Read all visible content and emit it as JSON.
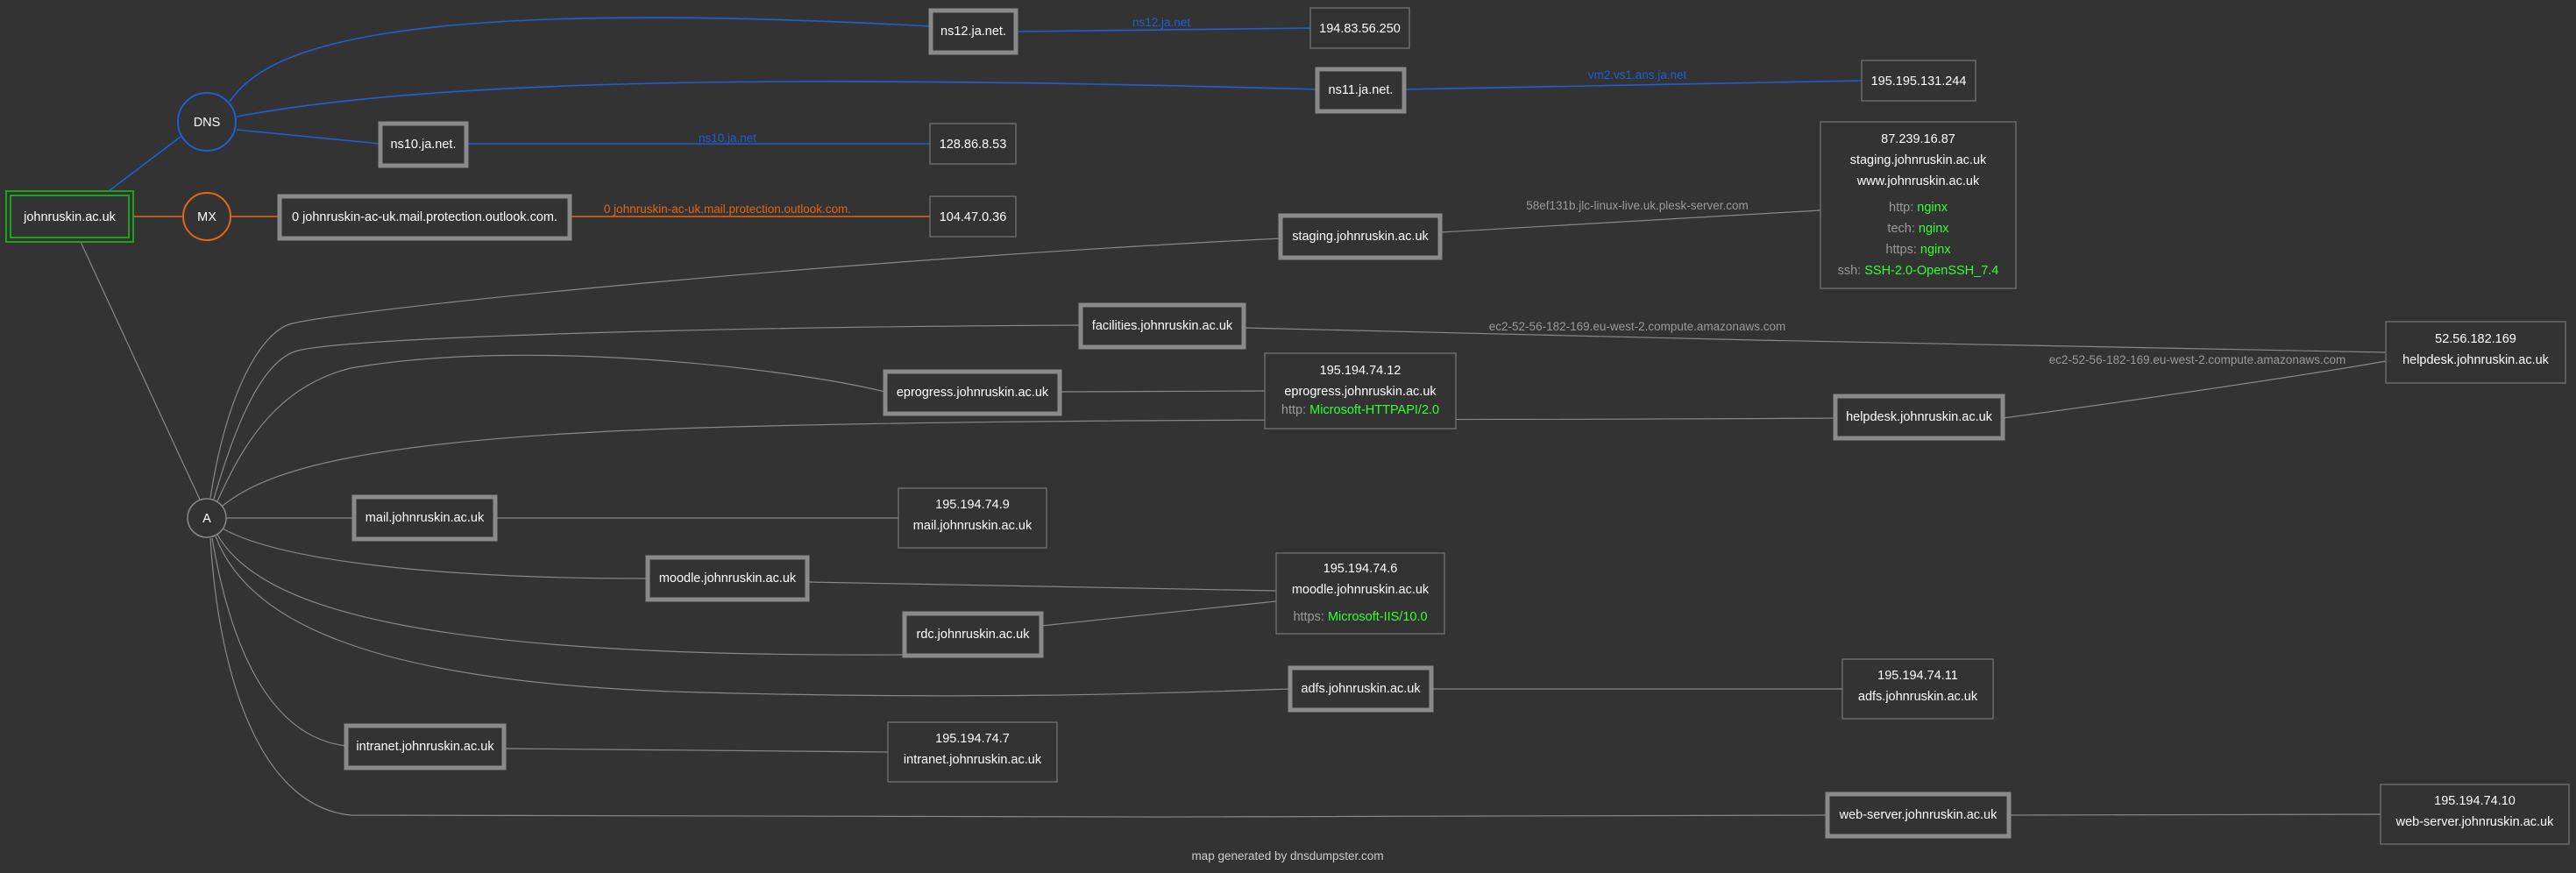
{
  "colors": {
    "background": "#333333",
    "edge_gray": "#888888",
    "dns_blue": "#1f5fd0",
    "mx_orange": "#e0661a",
    "root_green": "#1fa01f",
    "service_green": "#33ff33",
    "box_border": "#777777",
    "host_border": "#8a8a8a"
  },
  "root": {
    "label": "johnruskin.ac.uk"
  },
  "hubs": {
    "dns": "DNS",
    "mx": "MX",
    "a": "A"
  },
  "dns_hosts": [
    {
      "name": "ns12.ja.net.",
      "edge_label": "ns12.ja.net",
      "ip": "194.83.56.250"
    },
    {
      "name": "ns11.ja.net.",
      "edge_label": "vm2.vs1.ans.ja.net",
      "ip": "195.195.131.244"
    },
    {
      "name": "ns10.ja.net.",
      "edge_label": "ns10.ja.net",
      "ip": "128.86.8.53"
    }
  ],
  "mx_host": {
    "name": "0 johnruskin-ac-uk.mail.protection.outlook.com.",
    "edge_label": "0 johnruskin-ac-uk.mail.protection.outlook.com.",
    "ip": "104.47.0.36"
  },
  "a_hosts": {
    "staging": "staging.johnruskin.ac.uk",
    "facilities": "facilities.johnruskin.ac.uk",
    "eprogress": "eprogress.johnruskin.ac.uk",
    "helpdesk": "helpdesk.johnruskin.ac.uk",
    "mail": "mail.johnruskin.ac.uk",
    "moodle": "moodle.johnruskin.ac.uk",
    "rdc": "rdc.johnruskin.ac.uk",
    "adfs": "adfs.johnruskin.ac.uk",
    "intranet": "intranet.johnruskin.ac.uk",
    "webserver": "web-server.johnruskin.ac.uk"
  },
  "a_edge_labels": {
    "staging": "58ef131b.jlc-linux-live.uk.plesk-server.com",
    "facilities": "ec2-52-56-182-169.eu-west-2.compute.amazonaws.com",
    "helpdesk": "ec2-52-56-182-169.eu-west-2.compute.amazonaws.com"
  },
  "ip_boxes": {
    "staging": {
      "lines": [
        "87.239.16.87",
        "staging.johnruskin.ac.uk",
        "www.johnruskin.ac.uk"
      ],
      "services": [
        {
          "key": "http:",
          "value": "nginx"
        },
        {
          "key": "tech:",
          "value": "nginx"
        },
        {
          "key": "https:",
          "value": "nginx"
        },
        {
          "key": "ssh:",
          "value": "SSH-2.0-OpenSSH_7.4"
        }
      ]
    },
    "helpdesk": {
      "lines": [
        "52.56.182.169",
        "helpdesk.johnruskin.ac.uk"
      ]
    },
    "eprogress": {
      "lines": [
        "195.194.74.12",
        "eprogress.johnruskin.ac.uk"
      ],
      "services": [
        {
          "key": "http:",
          "value": "Microsoft-HTTPAPI/2.0"
        }
      ]
    },
    "mail": {
      "lines": [
        "195.194.74.9",
        "mail.johnruskin.ac.uk"
      ]
    },
    "moodle": {
      "lines": [
        "195.194.74.6",
        "moodle.johnruskin.ac.uk"
      ],
      "services": [
        {
          "key": "https:",
          "value": "Microsoft-IIS/10.0"
        }
      ]
    },
    "adfs": {
      "lines": [
        "195.194.74.11",
        "adfs.johnruskin.ac.uk"
      ]
    },
    "intranet": {
      "lines": [
        "195.194.74.7",
        "intranet.johnruskin.ac.uk"
      ]
    },
    "webserver": {
      "lines": [
        "195.194.74.10",
        "web-server.johnruskin.ac.uk"
      ]
    }
  },
  "footer": "map generated by dnsdumpster.com"
}
